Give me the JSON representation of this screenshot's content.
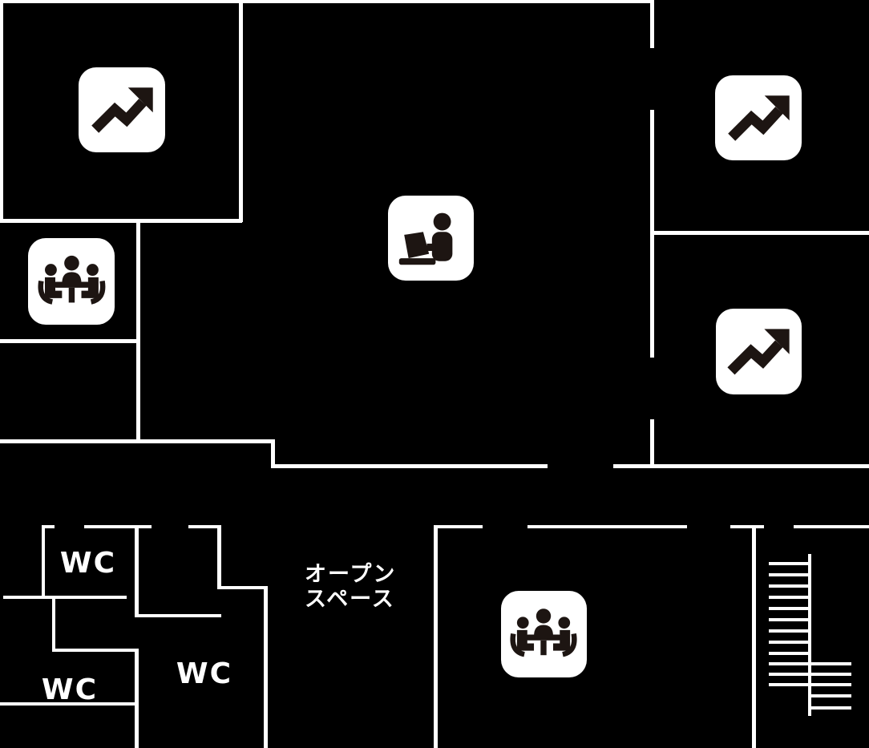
{
  "colors": {
    "background": "#000000",
    "wall": "#ffffff",
    "icon_background": "#ffffff",
    "icon_glyph": "#1d1512",
    "text": "#ffffff"
  },
  "labels": {
    "wc_top": "WC",
    "wc_bottom_left": "WC",
    "wc_bottom_middle": "WC",
    "open_space": "オープン\nスペース"
  },
  "icons": {
    "top_left_room": "trending-up-icon",
    "center_room": "person-laptop-icon",
    "top_right_room": "trending-up-icon",
    "middle_right_room": "trending-up-icon",
    "left_meeting_room": "meeting-table-icon",
    "bottom_meeting_room": "meeting-table-icon"
  }
}
